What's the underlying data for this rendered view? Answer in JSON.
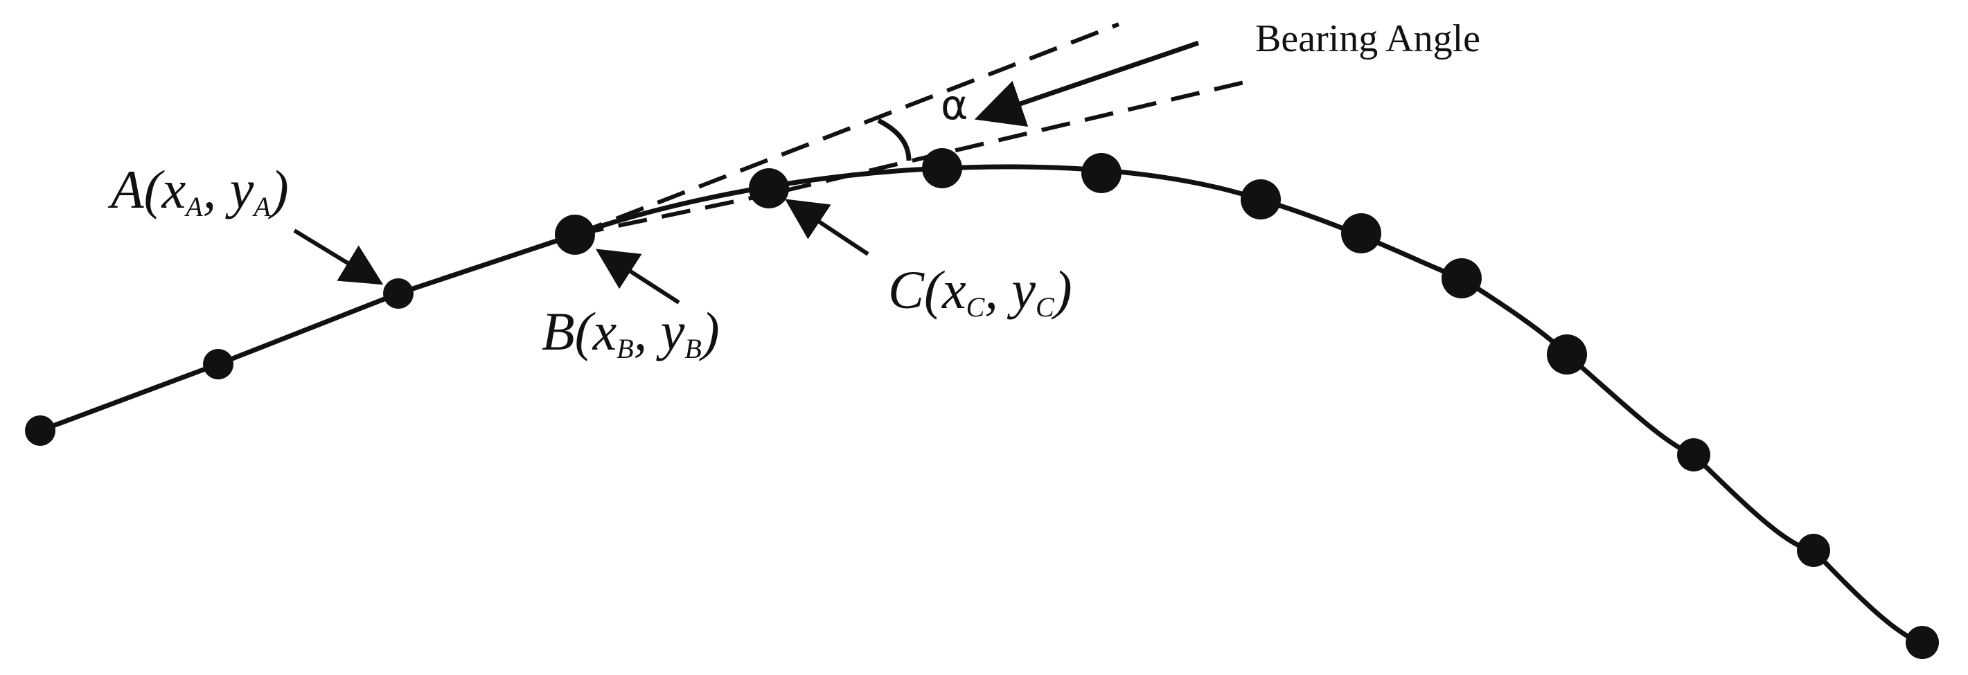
{
  "diagram": {
    "caption": "Bearing Angle",
    "angle_symbol": "α",
    "points": {
      "A": {
        "letter": "A",
        "open": "(",
        "x": "x",
        "x_sub": "A",
        "sep": ", ",
        "y": "y",
        "y_sub": "A",
        "close": ")"
      },
      "B": {
        "letter": "B",
        "open": "(",
        "x": "x",
        "x_sub": "B",
        "sep": ", ",
        "y": "y",
        "y_sub": "B",
        "close": ")"
      },
      "C": {
        "letter": "C",
        "open": "(",
        "x": "x",
        "x_sub": "C",
        "sep": ", ",
        "y": "y",
        "y_sub": "C",
        "close": ")"
      }
    },
    "colors": {
      "ink": "#111111",
      "background": "#ffffff"
    }
  }
}
